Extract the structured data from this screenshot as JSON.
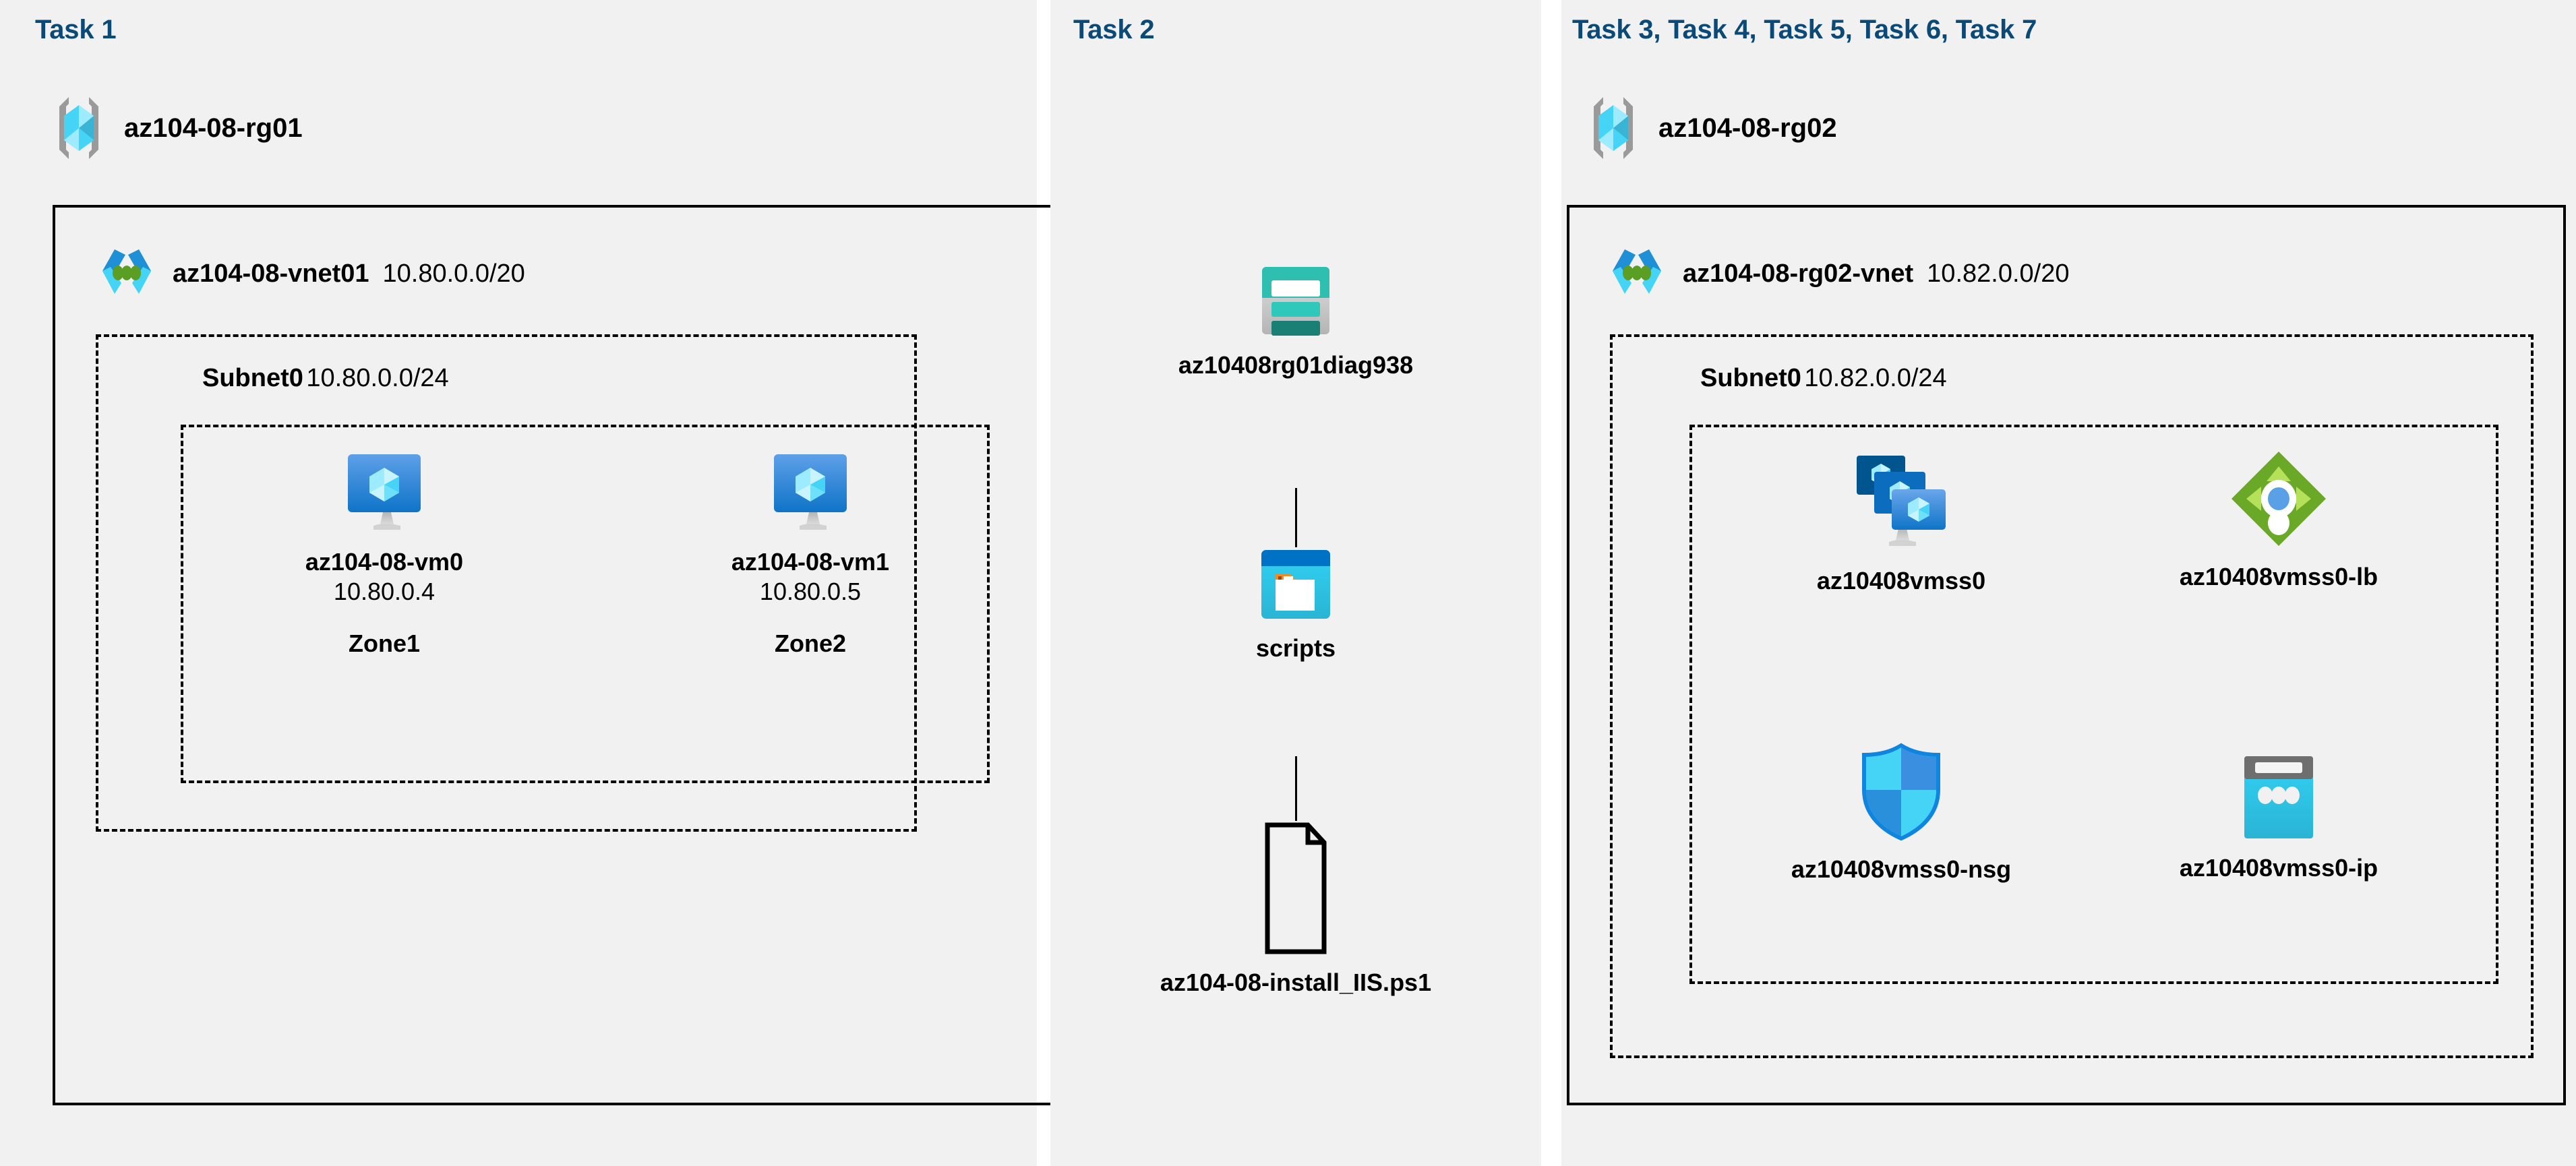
{
  "diagram": {
    "background": "#ffffff",
    "panel_color": "#f1f1f1",
    "title_color": "#0b4a77",
    "border_color": "#000000"
  },
  "panels": [
    {
      "id": "task1",
      "title": "Task 1"
    },
    {
      "id": "task2",
      "title": "Task 2"
    },
    {
      "id": "task3",
      "title": "Task 3, Task 4, Task 5, Task 6, Task 7"
    }
  ],
  "task1": {
    "title": "Task 1",
    "resource_group": {
      "icon": "resource-group-icon",
      "label": "az104-08-rg01"
    },
    "vnet": {
      "icon": "virtual-network-icon",
      "name": "az104-08-vnet01",
      "cidr": "10.80.0.0/20"
    },
    "subnet": {
      "name": "Subnet0",
      "cidr": "10.80.0.0/24"
    },
    "vms": [
      {
        "icon": "virtual-machine-icon",
        "name": "az104-08-vm0",
        "ip": "10.80.0.4",
        "zone": "Zone1"
      },
      {
        "icon": "virtual-machine-icon",
        "name": "az104-08-vm1",
        "ip": "10.80.0.5",
        "zone": "Zone2"
      }
    ]
  },
  "task2": {
    "title": "Task 2",
    "nodes": [
      {
        "icon": "storage-account-icon",
        "label": "az10408rg01diag938"
      },
      {
        "icon": "blob-container-icon",
        "label": "scripts"
      },
      {
        "icon": "file-document-icon",
        "label": "az104-08-install_IIS.ps1"
      }
    ]
  },
  "task3": {
    "title": "Task 3, Task 4, Task 5, Task 6, Task 7",
    "resource_group": {
      "icon": "resource-group-icon",
      "label": "az104-08-rg02"
    },
    "vnet": {
      "icon": "virtual-network-icon",
      "name": "az104-08-rg02-vnet",
      "cidr": "10.82.0.0/20"
    },
    "subnet": {
      "name": "Subnet0",
      "cidr": "10.82.0.0/24"
    },
    "resources": [
      {
        "icon": "vm-scale-set-icon",
        "label": "az10408vmss0"
      },
      {
        "icon": "load-balancer-icon",
        "label": "az10408vmss0-lb"
      },
      {
        "icon": "network-security-group-icon",
        "label": "az10408vmss0-nsg"
      },
      {
        "icon": "public-ip-address-icon",
        "label": "az10408vmss0-ip"
      }
    ]
  },
  "colors": {
    "azure_blue": "#0078d4",
    "cyan": "#32c8f0",
    "light_cyan": "#9cebff",
    "teal": "#32c8b4",
    "dark_teal": "#1a7f72",
    "green": "#6aa828",
    "light_green": "#b4e05a",
    "gray": "#9a9a9a",
    "orange": "#f08b20"
  }
}
